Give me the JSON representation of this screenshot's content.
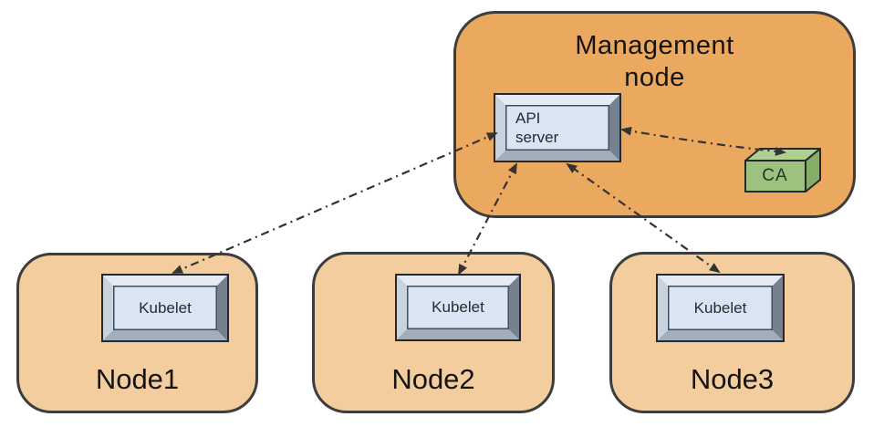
{
  "management_node": {
    "label": "Management\nnode",
    "components": {
      "api_server": "API\nserver",
      "ca": "CA"
    }
  },
  "worker_nodes": [
    {
      "label": "Node1",
      "component": "Kubelet"
    },
    {
      "label": "Node2",
      "component": "Kubelet"
    },
    {
      "label": "Node3",
      "component": "Kubelet"
    }
  ],
  "connections": [
    {
      "from": "API server",
      "to": "Kubelet (Node1)",
      "bidirectional": true,
      "style": "dash-dot"
    },
    {
      "from": "API server",
      "to": "Kubelet (Node2)",
      "bidirectional": true,
      "style": "dash-dot"
    },
    {
      "from": "API server",
      "to": "Kubelet (Node3)",
      "bidirectional": true,
      "style": "dash-dot"
    },
    {
      "from": "API server",
      "to": "CA",
      "bidirectional": true,
      "style": "dash-dot"
    }
  ],
  "colors": {
    "management_node_fill": "#EBA95F",
    "worker_node_fill": "#F3CD9E",
    "component_box_face": "#D9E5F3",
    "ca_front": "#9CC27E",
    "ca_top": "#AFD092",
    "ca_side": "#84AD66",
    "outline": "#3D3D3D",
    "arrow": "#333333"
  }
}
